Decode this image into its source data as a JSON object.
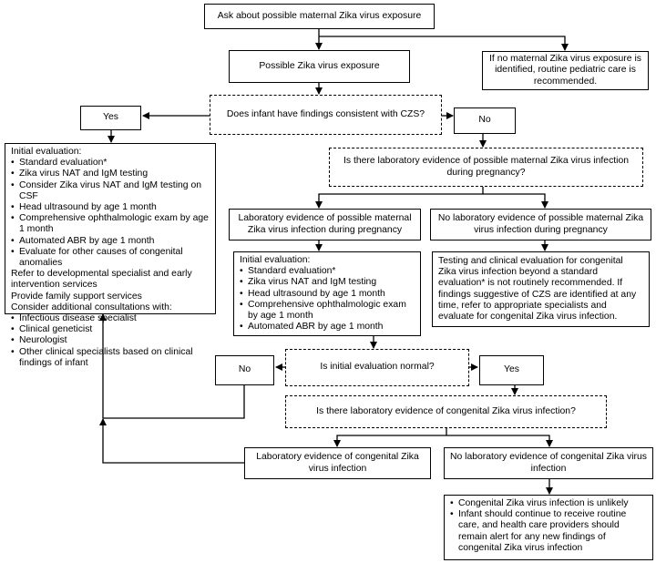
{
  "boxes": {
    "ask": "Ask about possible maternal Zika virus exposure",
    "possible_exposure": "Possible Zika virus exposure",
    "no_exposure": "If no maternal Zika virus exposure is identified, routine pediatric care is recommended.",
    "czs_question": "Does infant have findings consistent with CZS?",
    "yes_top": "Yes",
    "no_top": "No",
    "lab_evidence_question": "Is there laboratory evidence of possible maternal Zika virus infection during pregnancy?",
    "lab_evidence": "Laboratory evidence of possible maternal Zika virus infection during pregnancy",
    "no_lab_evidence": "No laboratory evidence of possible maternal Zika virus infection during pregnancy",
    "normal_question": "Is initial evaluation normal?",
    "no_mid": "No",
    "yes_mid": "Yes",
    "congenital_question": "Is there laboratory evidence of congenital Zika virus infection?",
    "congenital_evidence": "Laboratory evidence of congenital Zika virus infection",
    "no_congenital_evidence": "No laboratory evidence of congenital Zika virus infection",
    "no_lab_recommendation": "Testing and clinical evaluation for congenital Zika virus infection beyond a standard evaluation* is not routinely recommended. If findings suggestive of CZS are identified at any time, refer to appropriate specialists and evaluate for congenital Zika virus infection."
  },
  "czs_panel": {
    "heading": "Initial evaluation:",
    "items": [
      "Standard evaluation*",
      "Zika virus NAT and IgM testing",
      "Consider Zika virus NAT and IgM testing on CSF",
      "Head ultrasound by age 1 month",
      "Comprehensive ophthalmologic exam by age 1 month",
      "Automated ABR by age 1 month",
      "Evaluate for other causes of congenital anomalies"
    ],
    "referral_lines": [
      "Refer to developmental specialist and early intervention services",
      "Provide family support services",
      "Consider additional consultations with:"
    ],
    "consults": [
      "Infectious disease specialist",
      "Clinical geneticist",
      "Neurologist",
      "Other clinical specialists based on clinical findings of infant"
    ]
  },
  "lab_panel": {
    "heading": "Initial evaluation:",
    "items": [
      "Standard evaluation*",
      "Zika virus NAT and IgM testing",
      "Head ultrasound by age 1 month",
      "Comprehensive ophthalmologic exam by age 1 month",
      "Automated ABR by age 1 month"
    ]
  },
  "final_panel": {
    "items": [
      "Congenital Zika virus infection is unlikely",
      "Infant should continue to receive routine care, and health care providers should remain alert for any new findings of congenital Zika virus infection"
    ]
  }
}
